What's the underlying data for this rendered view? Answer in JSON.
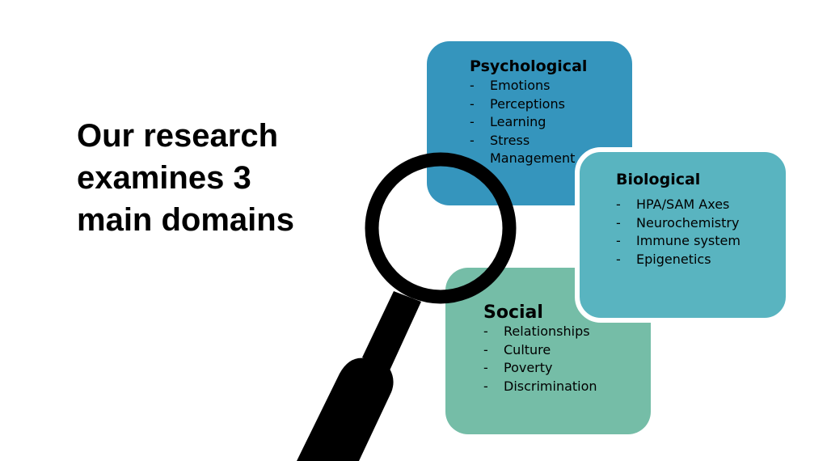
{
  "title": "Our research examines 3 main domains",
  "psychological": {
    "heading": "Psychological",
    "items": [
      "Emotions",
      "Perceptions",
      "Learning",
      "Stress Management"
    ]
  },
  "biological": {
    "heading": "Biological",
    "items": [
      "HPA/SAM Axes",
      "Neurochemistry",
      "Immune system",
      "Epigenetics"
    ]
  },
  "social": {
    "heading": "Social",
    "items": [
      "Relationships",
      "Culture",
      "Poverty",
      "Discrimination"
    ]
  },
  "colors": {
    "psychological": "#3595bd",
    "biological": "#59b4c0",
    "social": "#75bda7"
  },
  "bullet": "-"
}
